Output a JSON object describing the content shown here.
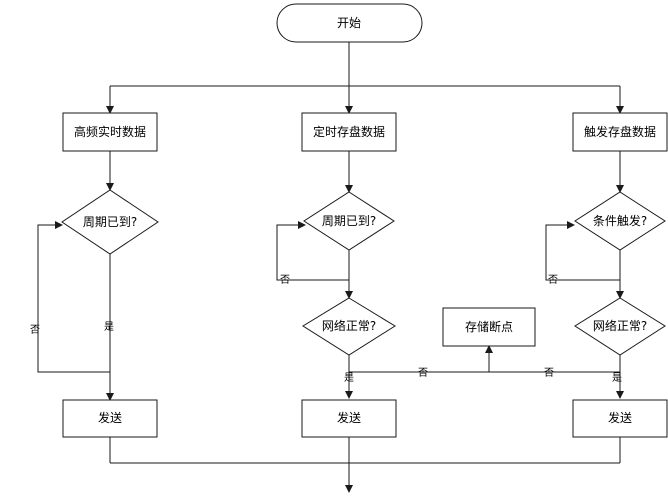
{
  "nodes": {
    "start": "开始",
    "col1_data": "高频实时数据",
    "col1_cond": "周期已到?",
    "col1_send": "发送",
    "col2_data": "定时存盘数据",
    "col2_cond": "周期已到?",
    "col2_net": "网络正常?",
    "col2_send": "发送",
    "storage": "存储断点",
    "col3_data": "触发存盘数据",
    "col3_cond": "条件触发?",
    "col3_net": "网络正常?",
    "col3_send": "发送"
  },
  "edge_labels": {
    "col1_no": "否",
    "col1_yes": "是",
    "col2_cond_no": "否",
    "col2_net_yes": "是",
    "col2_net_no": "否",
    "col3_cond_no": "否",
    "col3_net_no": "否",
    "col3_net_yes": "是"
  },
  "colors": {
    "stroke": "#1a1a1a",
    "fill": "#ffffff",
    "text": "#000000"
  }
}
